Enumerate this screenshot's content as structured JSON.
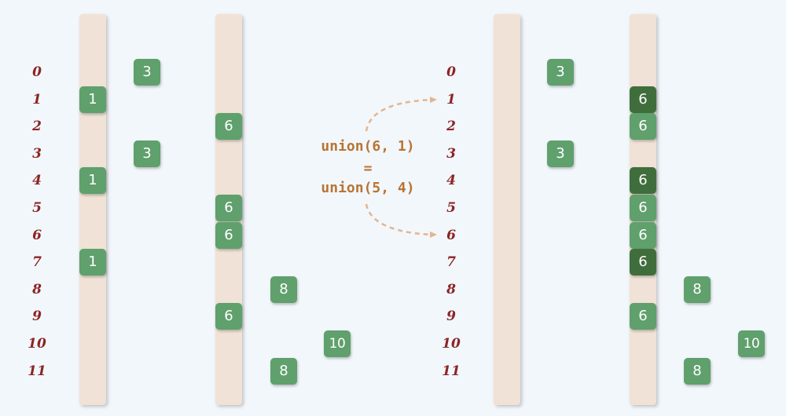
{
  "operation": {
    "line1": "union(6, 1)",
    "line2": "=",
    "line3": "union(5, 4)"
  },
  "row_labels": [
    "0",
    "1",
    "2",
    "3",
    "4",
    "5",
    "6",
    "7",
    "8",
    "9",
    "10",
    "11"
  ],
  "before": {
    "col1": [
      {
        "row": 1,
        "value": "1"
      },
      {
        "row": 4,
        "value": "1"
      },
      {
        "row": 7,
        "value": "1"
      }
    ],
    "side1": [
      {
        "row": 0,
        "value": "3"
      },
      {
        "row": 3,
        "value": "3"
      }
    ],
    "col2": [
      {
        "row": 2,
        "value": "6"
      },
      {
        "row": 5,
        "value": "6"
      },
      {
        "row": 6,
        "value": "6"
      },
      {
        "row": 9,
        "value": "6"
      }
    ],
    "side2": [
      {
        "row": 8,
        "value": "8"
      },
      {
        "row": 11,
        "value": "8"
      }
    ],
    "side3": [
      {
        "row": 10,
        "value": "10"
      }
    ]
  },
  "after": {
    "side1": [
      {
        "row": 0,
        "value": "3"
      },
      {
        "row": 3,
        "value": "3"
      }
    ],
    "col2": [
      {
        "row": 1,
        "value": "6",
        "changed": true
      },
      {
        "row": 2,
        "value": "6",
        "changed": false
      },
      {
        "row": 4,
        "value": "6",
        "changed": true
      },
      {
        "row": 5,
        "value": "6",
        "changed": false
      },
      {
        "row": 6,
        "value": "6",
        "changed": false
      },
      {
        "row": 7,
        "value": "6",
        "changed": true
      },
      {
        "row": 9,
        "value": "6",
        "changed": false
      }
    ],
    "side2": [
      {
        "row": 8,
        "value": "8"
      },
      {
        "row": 11,
        "value": "8"
      }
    ],
    "side3": [
      {
        "row": 10,
        "value": "10"
      }
    ]
  },
  "colors": {
    "background": "#f2f7fb",
    "column": "#f0e2d6",
    "node": "#5fa06c",
    "node_changed": "#3f6e3c",
    "row_label": "#8b2525",
    "operation_text": "#b87433",
    "arrow": "#e6b48c"
  }
}
